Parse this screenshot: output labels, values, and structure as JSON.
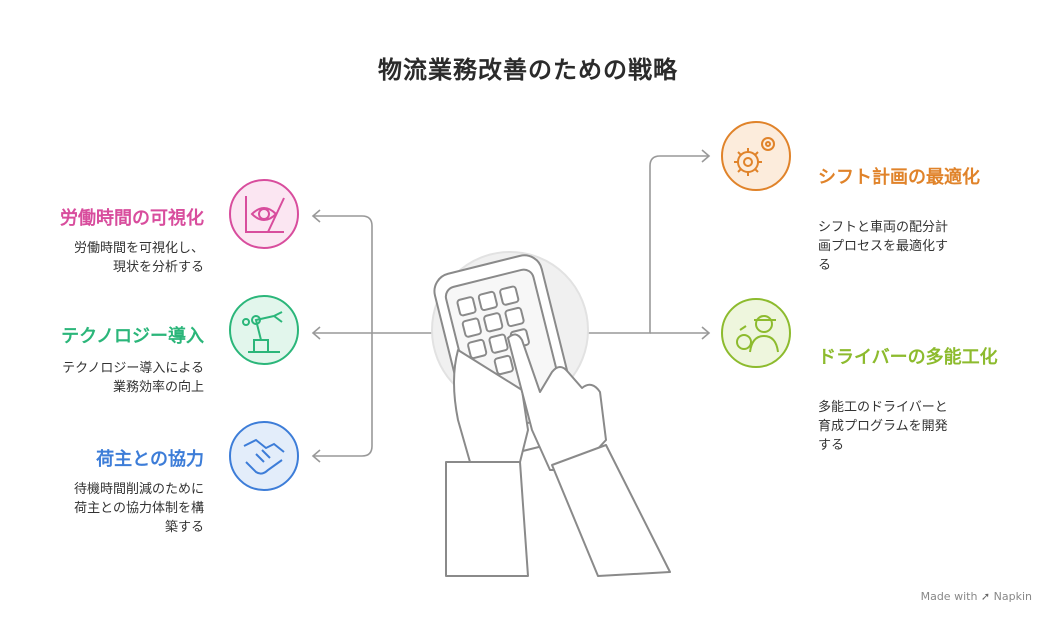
{
  "title": "物流業務改善のための戦略",
  "items": [
    {
      "heading": "労働時間の可視化",
      "description": "労働時間を可視化し、\n現状を分析する",
      "color": "#d84d9d",
      "icon": "eye-chart-icon"
    },
    {
      "heading": "テクノロジー導入",
      "description": "テクノロジー導入による\n業務効率の向上",
      "color": "#2bb67a",
      "icon": "robot-arm-icon"
    },
    {
      "heading": "荷主との協力",
      "description": "待機時間削減のために\n荷主との協力体制を構\n築する",
      "color": "#3d7dd8",
      "icon": "handshake-icon"
    },
    {
      "heading": "シフト計画の最適化",
      "description": "シフトと車両の配分計\n画プロセスを最適化す\nる",
      "color": "#e0832a",
      "icon": "gears-icon"
    },
    {
      "heading": "ドライバーの多能工化",
      "description": "多能工のドライバーと\n育成プログラムを開発\nする",
      "color": "#8dbb2e",
      "icon": "driver-icon"
    }
  ],
  "center_icon": "hands-holding-phone-icon",
  "watermark": {
    "prefix": "Made with",
    "brand": "Napkin"
  }
}
